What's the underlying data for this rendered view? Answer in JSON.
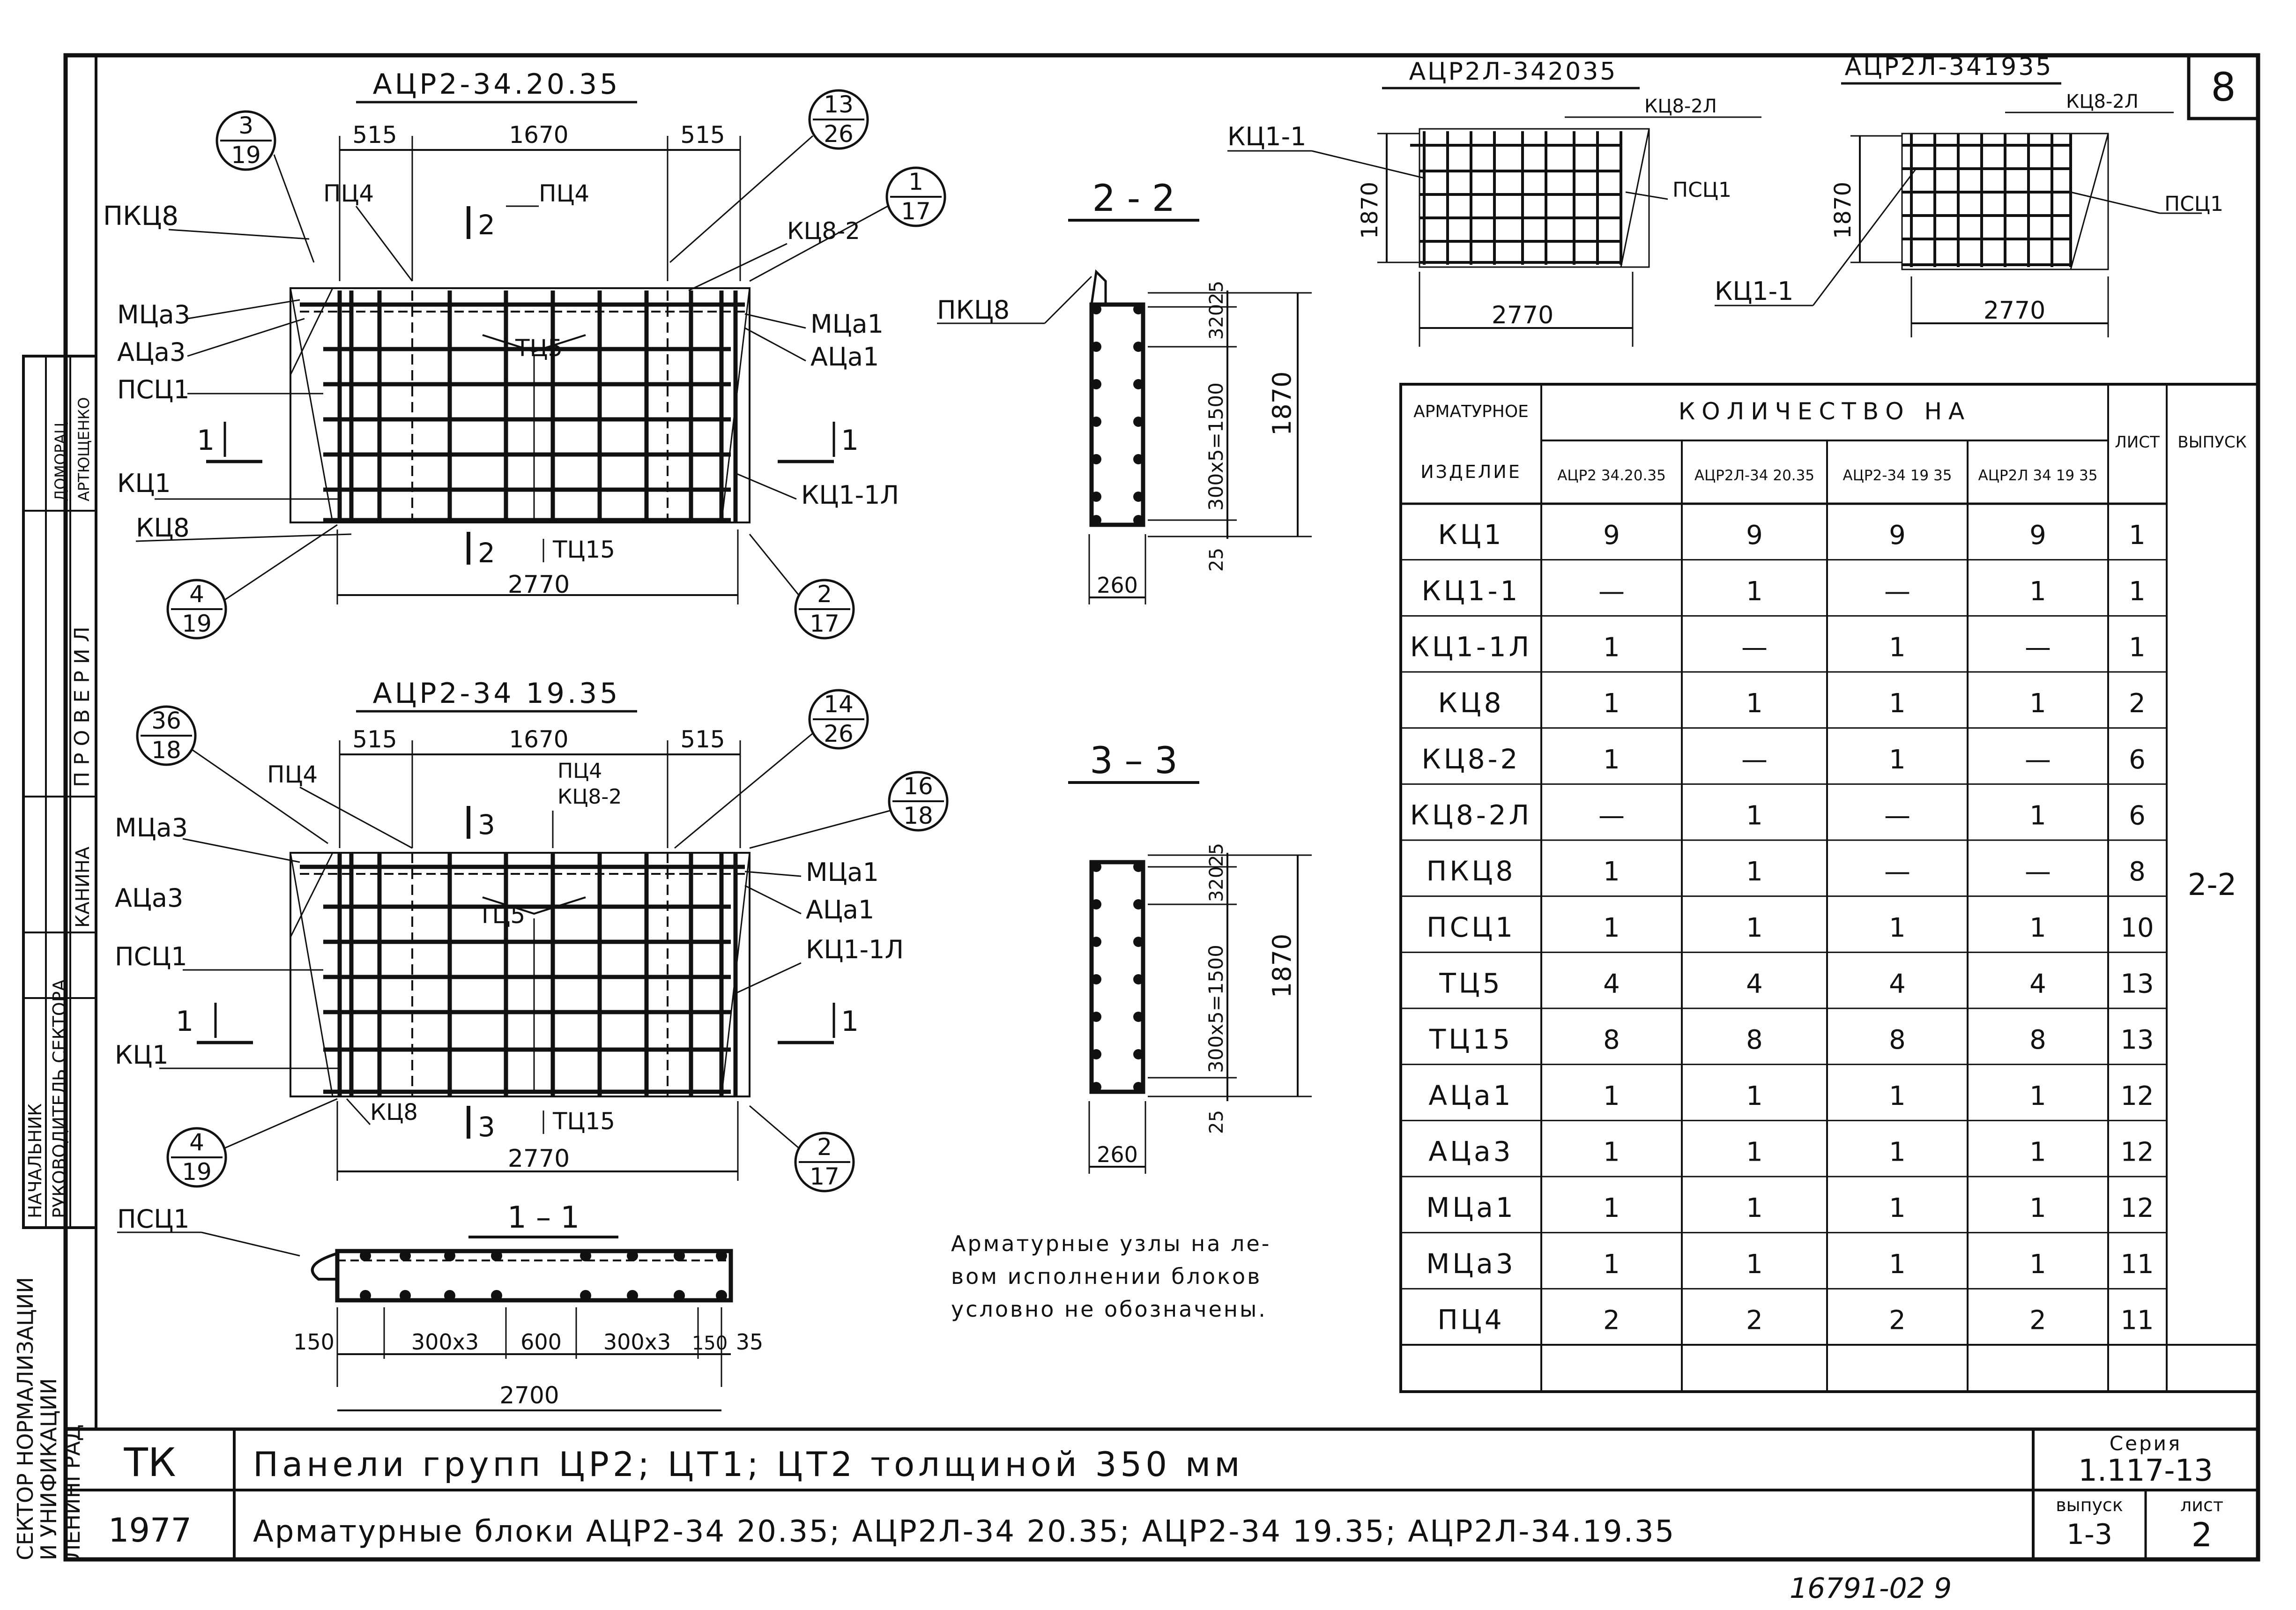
{
  "sheet_number": "8",
  "stamp_bottom": "16791-02  9",
  "left_margin": {
    "org": [
      "СЕКТОР НОРМАЛИЗАЦИИ",
      "И УНИФИКАЦИИ",
      "ЛЕНИНГРАД"
    ],
    "roles": [
      "НАЧАЛЬНИК",
      "РУКОВОДИТЕЛЬ СЕКТОРА",
      "КАНИНА",
      "ПРОВЕРИЛ",
      "АРТЮЩЕНКО",
      "ДОМОРАЦ."
    ]
  },
  "view1": {
    "title": "АЦР2-34.20.35",
    "dims_top": [
      "515",
      "1670",
      "515"
    ],
    "dim_bottom": "2770",
    "section_mark": "2",
    "circles": [
      {
        "num": "3",
        "den": "19"
      },
      {
        "num": "13",
        "den": "26"
      },
      {
        "num": "1",
        "den": "17"
      },
      {
        "num": "4",
        "den": "19"
      },
      {
        "num": "2",
        "den": "17"
      }
    ],
    "labels": {
      "pkc8": "ПКЦ8",
      "pc4a": "ПЦ4",
      "pc4b": "ПЦ4",
      "kc8_2": "КЦ8-2",
      "mca3": "МЦа3",
      "aca3": "АЦа3",
      "psc1": "ПСЦ1",
      "kc1": "КЦ1",
      "kc8": "КЦ8",
      "tc5": "ТЦ5",
      "tc15": "ТЦ15",
      "mca1": "МЦа1",
      "aca1": "АЦа1",
      "kc1_1l": "КЦ1-1Л",
      "sec1a": "1",
      "sec1b": "1"
    }
  },
  "view2": {
    "title": "АЦР2-34 19.35",
    "dims_top": [
      "515",
      "1670",
      "515"
    ],
    "dim_bottom": "2770",
    "section_mark": "3",
    "circles": [
      {
        "num": "36",
        "den": "18"
      },
      {
        "num": "14",
        "den": "26"
      },
      {
        "num": "16",
        "den": "18"
      },
      {
        "num": "4",
        "den": "19"
      },
      {
        "num": "2",
        "den": "17"
      }
    ],
    "labels": {
      "pc4a": "ПЦ4",
      "pc4b": "ПЦ4",
      "kc8_2": "КЦ8-2",
      "mca3": "МЦа3",
      "aca3": "АЦа3",
      "psc1": "ПСЦ1",
      "kc1": "КЦ1",
      "kc8": "КЦ8",
      "tc5": "ТЦ5",
      "tc15": "ТЦ15",
      "mca1": "МЦа1",
      "aca1": "АЦа1",
      "kc1_1l": "КЦ1-1Л",
      "sec1a": "1",
      "sec1b": "1"
    }
  },
  "section11": {
    "title": "1 – 1",
    "label": "ПСЦ1",
    "dims": [
      "150",
      "300х3",
      "600",
      "300х3",
      "150",
      "35"
    ],
    "total": "2700"
  },
  "section22": {
    "title": "2 - 2",
    "label": "ПКЦ8",
    "dims": [
      "25",
      "320",
      "300х5=1500",
      "25"
    ],
    "height": "1870",
    "width": "260"
  },
  "section33": {
    "title": "3 – 3",
    "dims": [
      "25",
      "320",
      "300х5=1500",
      "25"
    ],
    "height": "1870",
    "width": "260"
  },
  "mini1": {
    "title": "АЦР2Л-342035",
    "labels": [
      "КЦ8-2Л",
      "КЦ1-1",
      "ПСЦ1"
    ],
    "height": "1870",
    "width": "2770"
  },
  "mini2": {
    "title": "АЦР2Л-341935",
    "labels": [
      "КЦ8-2Л",
      "ПСЦ1",
      "КЦ1-1"
    ],
    "height": "1870",
    "width": "2770"
  },
  "note": [
    "Арматурные узлы на ле-",
    "вом исполнении блоков",
    "условно не обозначены."
  ],
  "table": {
    "head_item": [
      "АРМАТУРНОЕ",
      "ИЗДЕЛИЕ"
    ],
    "head_qty": "КОЛИЧЕСТВО НА",
    "cols": [
      "АЦР2 34.20.35",
      "АЦР2Л-34 20.35",
      "АЦР2-34 19 35",
      "АЦР2Л 34 19 35"
    ],
    "head_sheet": "ЛИСТ",
    "head_issue": "ВЫПУСК",
    "issue_value": "2-2",
    "rows": [
      {
        "name": "КЦ1",
        "q": [
          "9",
          "9",
          "9",
          "9"
        ],
        "sheet": "1"
      },
      {
        "name": "КЦ1-1",
        "q": [
          "—",
          "1",
          "—",
          "1"
        ],
        "sheet": "1"
      },
      {
        "name": "КЦ1-1Л",
        "q": [
          "1",
          "—",
          "1",
          "—"
        ],
        "sheet": "1"
      },
      {
        "name": "КЦ8",
        "q": [
          "1",
          "1",
          "1",
          "1"
        ],
        "sheet": "2"
      },
      {
        "name": "КЦ8-2",
        "q": [
          "1",
          "—",
          "1",
          "—"
        ],
        "sheet": "6"
      },
      {
        "name": "КЦ8-2Л",
        "q": [
          "—",
          "1",
          "—",
          "1"
        ],
        "sheet": "6"
      },
      {
        "name": "ПКЦ8",
        "q": [
          "1",
          "1",
          "—",
          "—"
        ],
        "sheet": "8"
      },
      {
        "name": "ПСЦ1",
        "q": [
          "1",
          "1",
          "1",
          "1"
        ],
        "sheet": "10"
      },
      {
        "name": "ТЦ5",
        "q": [
          "4",
          "4",
          "4",
          "4"
        ],
        "sheet": "13"
      },
      {
        "name": "ТЦ15",
        "q": [
          "8",
          "8",
          "8",
          "8"
        ],
        "sheet": "13"
      },
      {
        "name": "АЦа1",
        "q": [
          "1",
          "1",
          "1",
          "1"
        ],
        "sheet": "12"
      },
      {
        "name": "АЦа3",
        "q": [
          "1",
          "1",
          "1",
          "1"
        ],
        "sheet": "12"
      },
      {
        "name": "МЦа1",
        "q": [
          "1",
          "1",
          "1",
          "1"
        ],
        "sheet": "12"
      },
      {
        "name": "МЦа3",
        "q": [
          "1",
          "1",
          "1",
          "1"
        ],
        "sheet": "11"
      },
      {
        "name": "ПЦ4",
        "q": [
          "2",
          "2",
          "2",
          "2"
        ],
        "sheet": "11"
      }
    ]
  },
  "titleblock": {
    "code": "ТК",
    "year": "1977",
    "line1": "Панели групп  ЦР2;  ЦТ1;  ЦТ2       толщиной  350 мм",
    "line2": "Арматурные  блоки  АЦР2-34 20.35; АЦР2Л-34 20.35; АЦР2-34 19.35; АЦР2Л-34.19.35",
    "series_label": "Серия",
    "series_value": "1.117-13",
    "issue_label": "выпуск",
    "issue_value": "1-3",
    "sheet_label": "лист",
    "sheet_value": "2"
  }
}
